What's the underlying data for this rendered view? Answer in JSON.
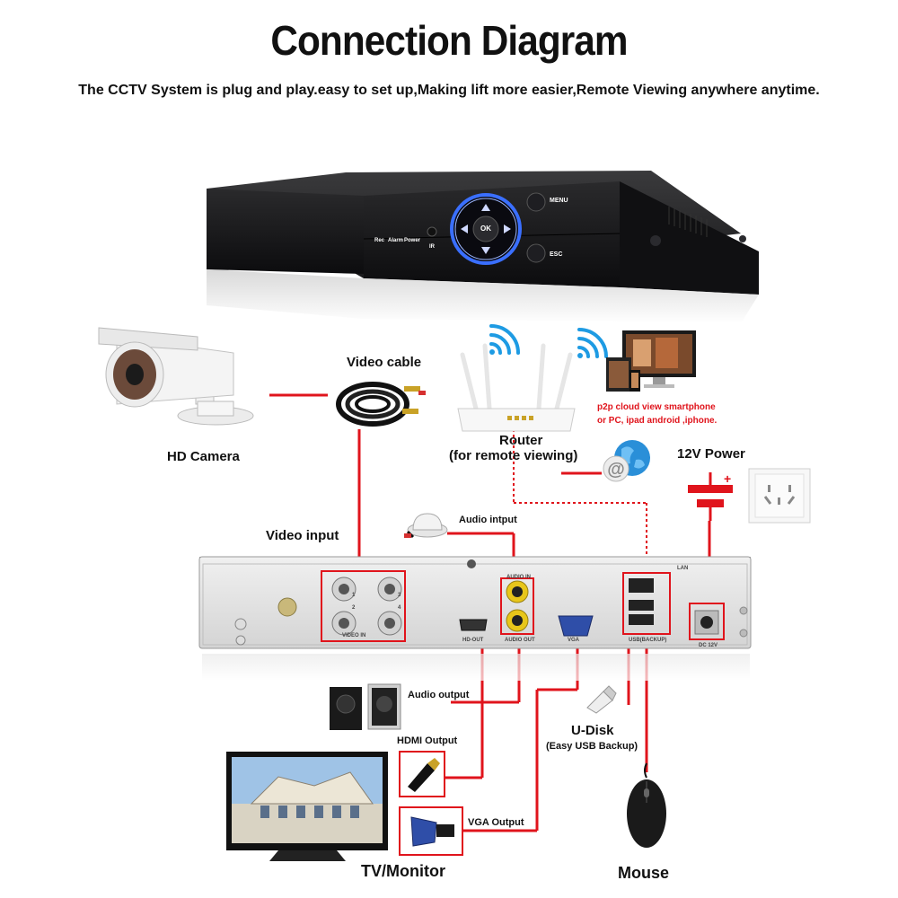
{
  "header": {
    "title": "Connection Diagram",
    "subtitle": "The CCTV System is plug and play.easy to set up,Making lift more easier,Remote Viewing anywhere anytime."
  },
  "dvr_front": {
    "menu": "MENU",
    "esc": "ESC",
    "ok": "OK",
    "ir": "IR",
    "leds": [
      "Rec",
      "Alarm",
      "Power"
    ]
  },
  "labels": {
    "hd_camera": "HD Camera",
    "video_cable": "Video cable",
    "router_line1": "Router",
    "router_line2": "(for remote viewing)",
    "p2p_line1": "p2p cloud  view smartphone",
    "p2p_line2": "or PC, ipad android ,iphone.",
    "power_12v": "12V Power",
    "video_input": "Video input",
    "audio_input": "Audio intput",
    "audio_output": "Audio output",
    "hdmi_output": "HDMI Output",
    "vga_output": "VGA Output",
    "u_disk": "U-Disk",
    "u_disk_sub": "(Easy USB Backup)",
    "tv_monitor": "TV/Monitor",
    "mouse": "Mouse"
  },
  "dvr_back": {
    "video_in": "VIDEO IN",
    "audio_in": "AUDIO IN",
    "audio_out": "AUDIO OUT",
    "hd_out": "HD-OUT",
    "vga": "VGA",
    "lan": "LAN",
    "usb": "USB(BACKUP)",
    "dc12v": "DC 12V",
    "ch_numbers": [
      "1",
      "3",
      "2",
      "4"
    ]
  },
  "colors": {
    "accent": "#e0141c",
    "dvr_body": "#1c1c1e",
    "panel": "#e6e6e6"
  }
}
